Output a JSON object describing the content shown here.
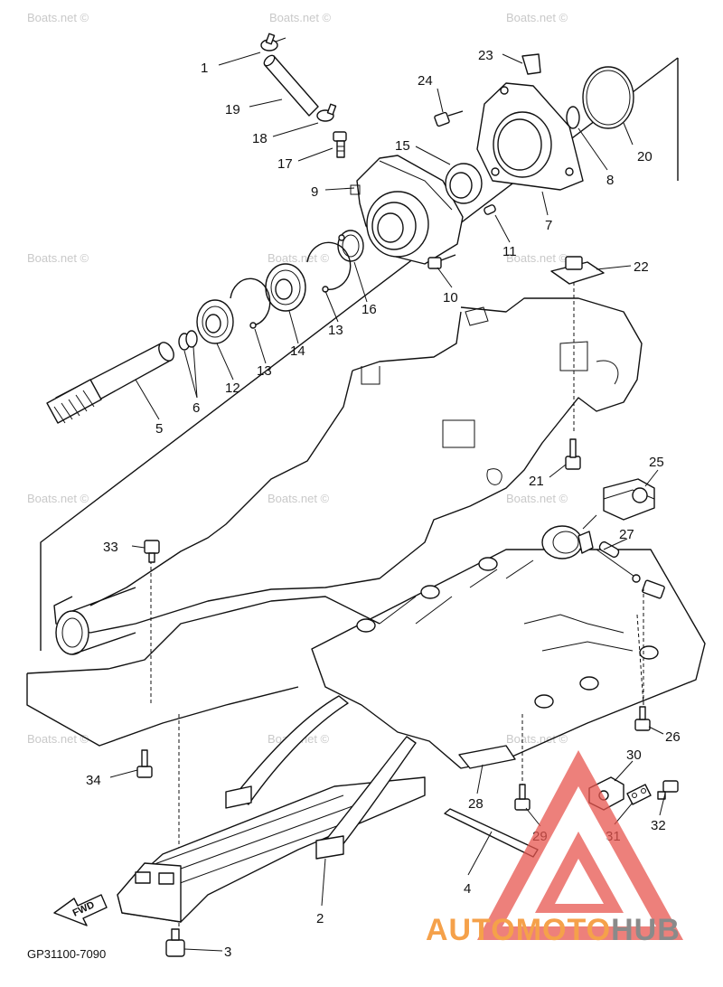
{
  "diagram": {
    "drawing_code": "GP31100-7090",
    "fwd_label": "FWD",
    "watermark": "Boats.net ©",
    "brand": {
      "part1": "AUTO",
      "part2": "MOTO",
      "part3": "HUB"
    },
    "colors": {
      "brand_orange": "#f5a14a",
      "brand_gray": "#8a8a8a",
      "triangle_red": "#e8564f"
    },
    "callouts": [
      {
        "id": "c1",
        "label": "1"
      },
      {
        "id": "c19",
        "label": "19"
      },
      {
        "id": "c18",
        "label": "18"
      },
      {
        "id": "c17",
        "label": "17"
      },
      {
        "id": "c9",
        "label": "9"
      },
      {
        "id": "c15",
        "label": "15"
      },
      {
        "id": "c23",
        "label": "23"
      },
      {
        "id": "c24",
        "label": "24"
      },
      {
        "id": "c20",
        "label": "20"
      },
      {
        "id": "c8",
        "label": "8"
      },
      {
        "id": "c7",
        "label": "7"
      },
      {
        "id": "c11",
        "label": "11"
      },
      {
        "id": "c10",
        "label": "10"
      },
      {
        "id": "c22",
        "label": "22"
      },
      {
        "id": "c16",
        "label": "16"
      },
      {
        "id": "c13a",
        "label": "13"
      },
      {
        "id": "c14",
        "label": "14"
      },
      {
        "id": "c13b",
        "label": "13"
      },
      {
        "id": "c12",
        "label": "12"
      },
      {
        "id": "c6",
        "label": "6"
      },
      {
        "id": "c5",
        "label": "5"
      },
      {
        "id": "c21",
        "label": "21"
      },
      {
        "id": "c25",
        "label": "25"
      },
      {
        "id": "c27",
        "label": "27"
      },
      {
        "id": "c33",
        "label": "33"
      },
      {
        "id": "c26",
        "label": "26"
      },
      {
        "id": "c30",
        "label": "30"
      },
      {
        "id": "c34",
        "label": "34"
      },
      {
        "id": "c28",
        "label": "28"
      },
      {
        "id": "c29",
        "label": "29"
      },
      {
        "id": "c31",
        "label": "31"
      },
      {
        "id": "c32",
        "label": "32"
      },
      {
        "id": "c4",
        "label": "4"
      },
      {
        "id": "c2",
        "label": "2"
      },
      {
        "id": "c3",
        "label": "3"
      }
    ]
  }
}
